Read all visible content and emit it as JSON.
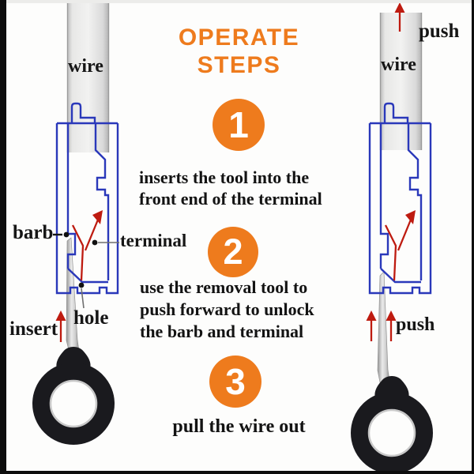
{
  "colors": {
    "accent_orange": "#EE7B1D",
    "diagram_blue": "#2A38BA",
    "arrow_red": "#BE1B10",
    "label_black": "#161616",
    "handle_black": "#1A1A1E"
  },
  "heading": {
    "line1": "OPERATE",
    "line2": "STEPS"
  },
  "steps": [
    {
      "number": "1",
      "lines": [
        "inserts the tool into the",
        "front end of the terminal"
      ]
    },
    {
      "number": "2",
      "lines": [
        "use the removal tool to",
        "push forward to unlock",
        "the barb and terminal"
      ]
    },
    {
      "number": "3",
      "lines": [
        "pull the wire out"
      ]
    }
  ],
  "left_diagram": {
    "wire_label": "wire",
    "barb_label": "barb",
    "terminal_label": "terminal",
    "hole_label": "hole",
    "insert_label": "insert"
  },
  "right_diagram": {
    "wire_label": "wire",
    "push_top_label": "push",
    "push_bottom_label": "push"
  },
  "icons": {
    "up_arrow_icon": "↑",
    "up_right_arrow_icon": "↗",
    "label_dot_icon": "●"
  }
}
